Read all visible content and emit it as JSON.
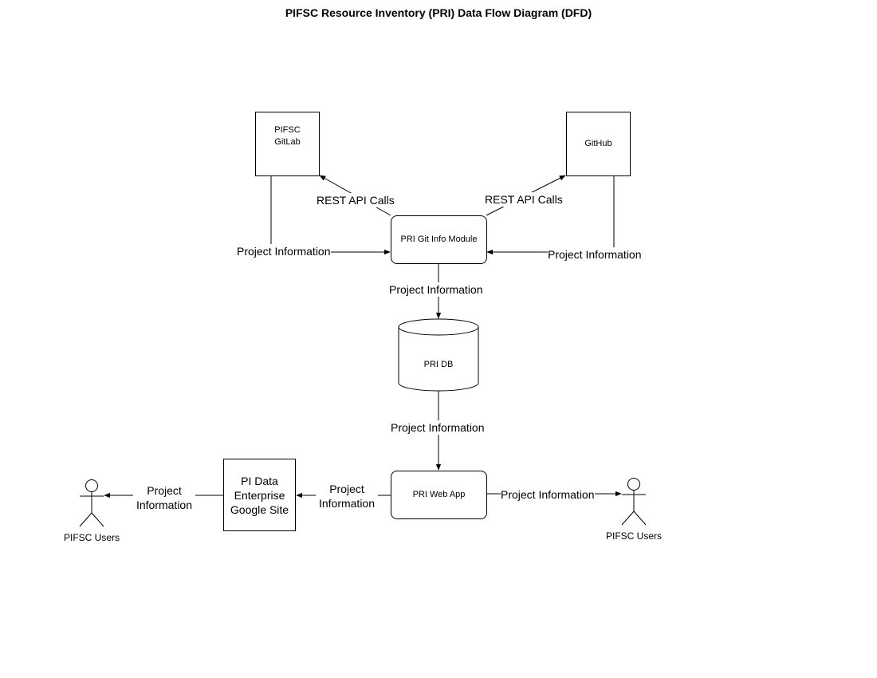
{
  "title": "PIFSC Resource Inventory (PRI) Data Flow Diagram (DFD)",
  "nodes": {
    "gitlab": "PIFSC\nGitLab",
    "github": "GitHub",
    "git_module": "PRI Git Info Module",
    "db": "PRI DB",
    "web_app": "PRI Web App",
    "google_site": "PI Data\nEnterprise\nGoogle Site",
    "users_left": "PIFSC Users",
    "users_right": "PIFSC Users"
  },
  "edges": {
    "rest_left": "REST API Calls",
    "rest_right": "REST API Calls",
    "gitlab_info": "Project Information",
    "github_info": "Project Information",
    "module_to_db": "Project Information",
    "db_to_app": "Project Information",
    "app_to_site": "Project\nInformation",
    "site_to_users": "Project\nInformation",
    "app_to_users": "Project Information"
  }
}
